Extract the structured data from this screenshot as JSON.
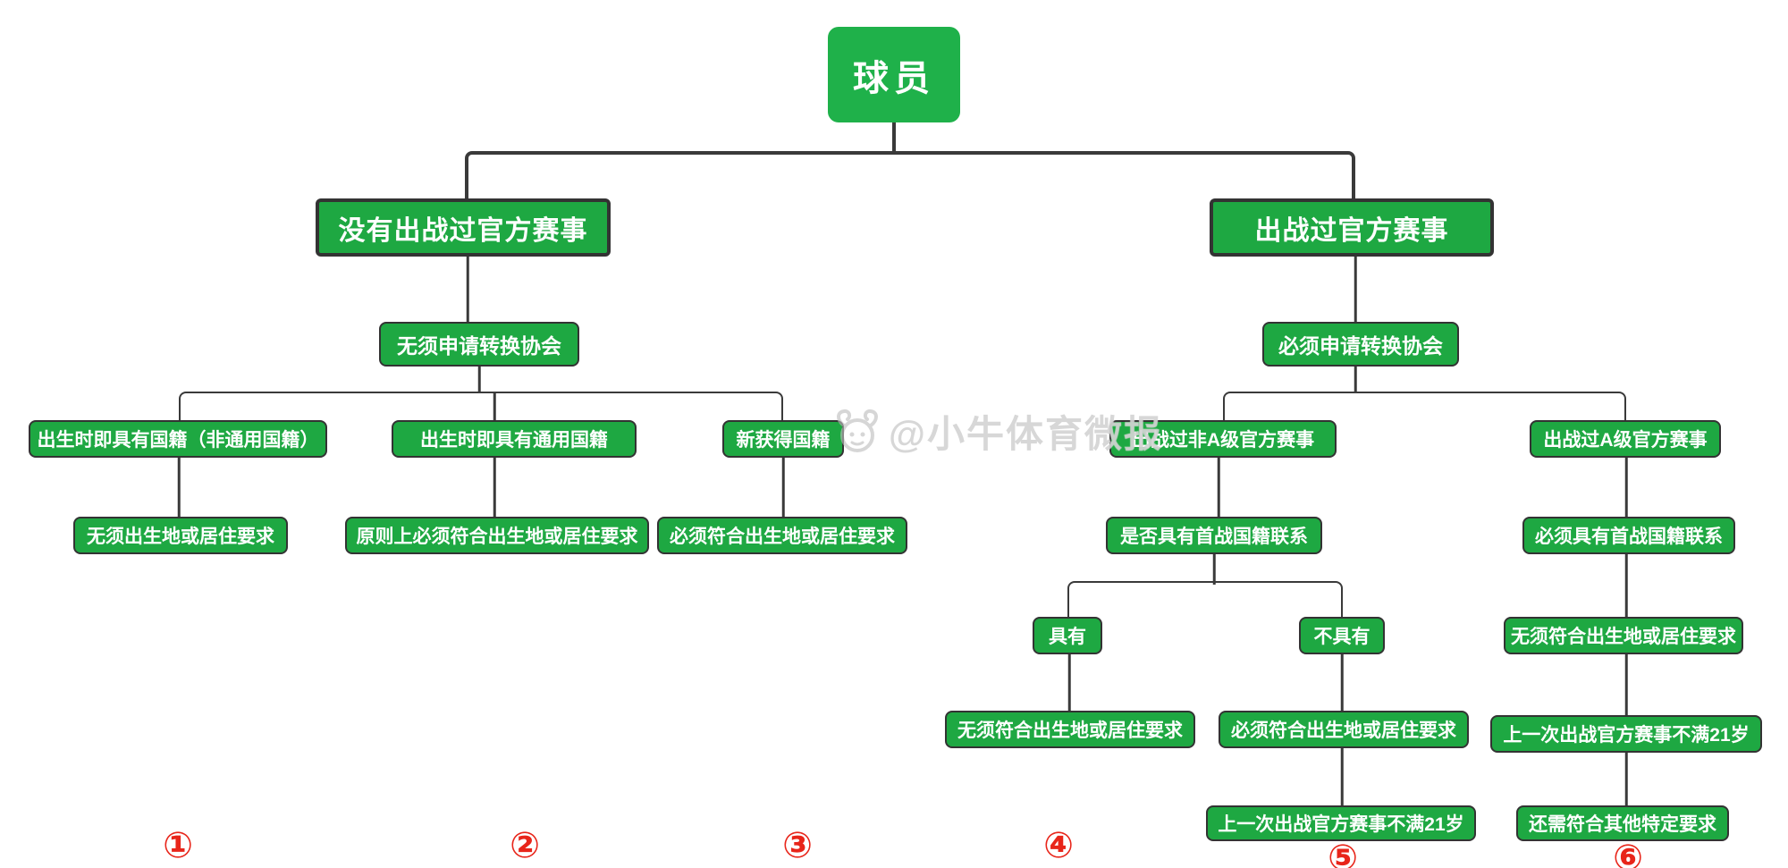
{
  "nodes": {
    "root": "球员",
    "left_header": "没有出战过官方赛事",
    "right_header": "出战过官方赛事",
    "left_step": "无须申请转换协会",
    "right_step": "必须申请转换协会",
    "l_case1": "出生时即具有国籍（非通用国籍）",
    "l_case2": "出生时即具有通用国籍",
    "l_case3": "新获得国籍",
    "l_case1_req": "无须出生地或居住要求",
    "l_case2_req": "原则上必须符合出生地或居住要求",
    "l_case3_req": "必须符合出生地或居住要求",
    "r_case1": "出战过非A级官方赛事",
    "r_case2": "出战过A级官方赛事",
    "r_case1_q": "是否具有首战国籍联系",
    "r_case2_req1": "必须具有首战国籍联系",
    "r_yes": "具有",
    "r_no": "不具有",
    "r_yes_req": "无须符合出生地或居住要求",
    "r_no_req": "必须符合出生地或居住要求",
    "r_no_req2": "上一次出战官方赛事不满21岁",
    "r_case2_req2": "无须符合出生地或居住要求",
    "r_case2_req3": "上一次出战官方赛事不满21岁",
    "r_case2_req4": "还需符合其他特定要求"
  },
  "footnotes": [
    "①",
    "②",
    "③",
    "④",
    "⑤",
    "⑥"
  ],
  "watermark": "@小牛体育微报",
  "colors": {
    "node_green": "#1EA842",
    "border_dark": "#333333",
    "line_dark": "#3A3A3A",
    "number_red": "#E8251A",
    "text_white": "#FFFFFF"
  }
}
